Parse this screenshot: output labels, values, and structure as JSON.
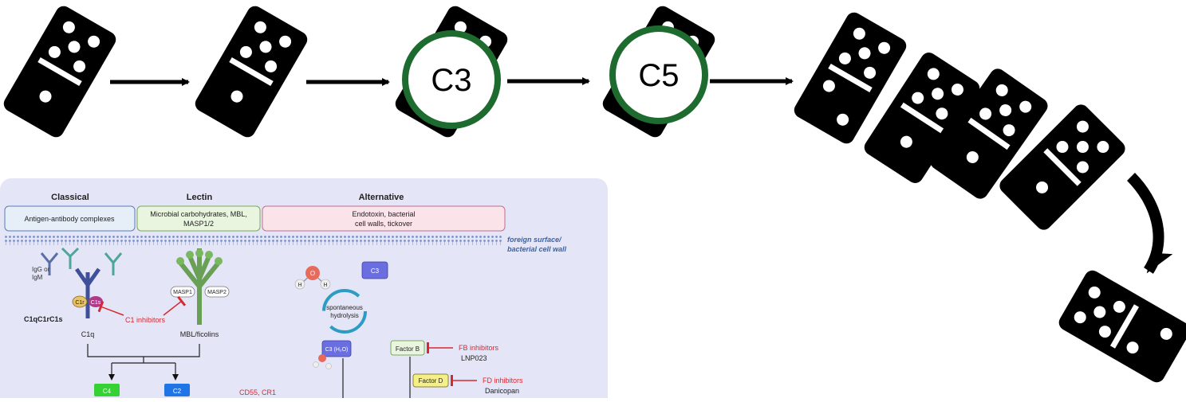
{
  "cascade": {
    "nodes": [
      {
        "label": "C3"
      },
      {
        "label": "C5"
      }
    ],
    "ring_color": "#1e6b30"
  },
  "figure": {
    "pathways": {
      "classical": "Classical",
      "lectin": "Lectin",
      "alternative": "Alternative"
    },
    "triggers": {
      "classical": "Antigen-antibody complexes",
      "lectin_line1": "Microbial carbohydrates, MBL,",
      "lectin_line2": "MASP1/2",
      "alternative_line1": "Endotoxin, bacterial",
      "alternative_line2": "cell walls, tickover"
    },
    "surface": {
      "line1": "foreign surface/",
      "line2": "bacterial cell wall"
    },
    "classical": {
      "igg_line1": "IgG or",
      "igg_line2": "IgM",
      "c1r": "C1r",
      "c1s": "C1s",
      "complex": "C1qC1rC1s",
      "c1q": "C1q",
      "inhibitor": "C1 inhibitors"
    },
    "lectin": {
      "masp1": "MASP1",
      "masp2": "MASP2",
      "mbl": "MBL/ficolins"
    },
    "alternative": {
      "water_o": "O",
      "water_h": "H",
      "c3": "C3",
      "hydrolysis_line1": "spontaneous",
      "hydrolysis_line2": "hydrolysis",
      "c3h2o": "C3 (H₂O)",
      "factor_b": "Factor B",
      "fb_inhibitors": "FB  inhibitors",
      "fb_drug": "LNP023",
      "factor_d": "Factor D",
      "fd_inhibitors": "FD inhibitors",
      "fd_drug": "Danicopan"
    },
    "lower": {
      "c4": "C4",
      "c2": "C2",
      "regulators": "CD55, CR1"
    },
    "colors": {
      "panel_bg": "#e4e6f7",
      "classical_box": "#e6eef8",
      "lectin_box": "#eaf5e0",
      "alternative_box": "#fbe3ea",
      "inhibitor_red": "#d8282f",
      "surface_blue": "#3b63a8",
      "c3_purple": "#6a6ee0",
      "c4_green": "#35d135",
      "c2_blue": "#1f74e6",
      "factor_d_yellow": "#f4ef88"
    }
  }
}
